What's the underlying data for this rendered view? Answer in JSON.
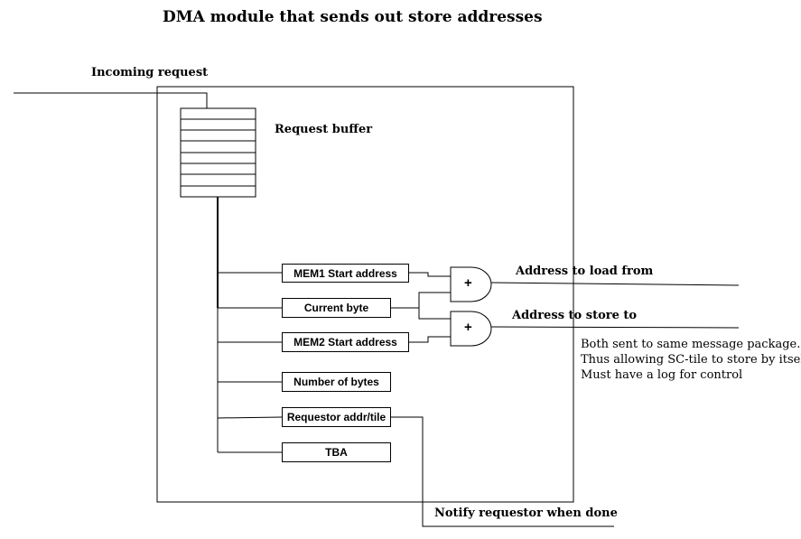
{
  "title": "DMA module that sends out store addresses",
  "incoming_request": "Incoming request",
  "request_buffer": "Request buffer",
  "registers": {
    "mem1_start": "MEM1 Start address",
    "current_byte": "Current byte",
    "mem2_start": "MEM2 Start address",
    "number_of_bytes": "Number of bytes",
    "requestor_addr": "Requestor addr/tile",
    "tba": "TBA"
  },
  "adders": {
    "symbol": "+"
  },
  "outputs": {
    "load": "Address to load from",
    "store": "Address to store to"
  },
  "notes": [
    "Both sent to same message package.",
    "Thus allowing SC-tile to store by itself.",
    "Must have a log for control"
  ],
  "notify": "Notify requestor when done"
}
